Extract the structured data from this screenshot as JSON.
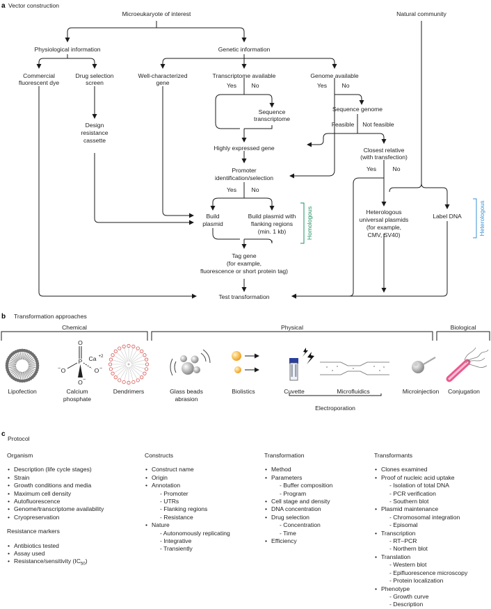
{
  "panel_a": {
    "label": "a",
    "title": "Vector construction",
    "nodes": {
      "microeukaryote": "Microeukaryote of interest",
      "natural_community": "Natural community",
      "physiological": "Physiological information",
      "genetic": "Genetic information",
      "commercial_dye": [
        "Commercial",
        "fluorescent dye"
      ],
      "drug_selection": [
        "Drug selection",
        "screen"
      ],
      "well_characterized": [
        "Well-characterized",
        "gene"
      ],
      "transcriptome_available": "Transcriptome available",
      "genome_available": "Genome available",
      "sequence_transcriptome": [
        "Sequence",
        "transcriptome"
      ],
      "sequence_genome": "Sequence genome",
      "design_resistance": [
        "Design",
        "resistance",
        "cassette"
      ],
      "highly_expressed": "Highly expressed gene",
      "promoter": [
        "Promoter",
        "identification/selection"
      ],
      "closest_relative": [
        "Closest relative",
        "(with transfection)"
      ],
      "build_plasmid": [
        "Build",
        "plasmid"
      ],
      "build_flanking": [
        "Build plasmid with",
        "flanking regions",
        "(min. 1 kb)"
      ],
      "heterologous_plasmids": [
        "Heterologous",
        "universal plasmids",
        "(for example,",
        "CMV, SV40)"
      ],
      "label_dna": "Label DNA",
      "tag_gene": [
        "Tag gene",
        "(for example,",
        "fluorescence or short protein tag)"
      ],
      "test_transformation": "Test transformation"
    },
    "branch_labels": {
      "yes": "Yes",
      "no": "No",
      "feasible": "Feasible",
      "not_feasible": "Not feasible"
    },
    "brackets": {
      "homologous": "Homologous",
      "heterologous": "Heterologous",
      "homologous_color": "#1a8f5a",
      "heterologous_color": "#3a8fd0"
    }
  },
  "panel_b": {
    "label": "b",
    "title": "Transformation approaches",
    "groups": {
      "chemical": "Chemical",
      "physical": "Physical",
      "biological": "Biological"
    },
    "items": {
      "lipofection": "Lipofection",
      "calcium_phosphate": [
        "Calcium",
        "phosphate"
      ],
      "dendrimers": "Dendrimers",
      "glass_beads": [
        "Glass beads",
        "abrasion"
      ],
      "biolistics": "Biolistics",
      "cuvette": "Cuvette",
      "microfluidics": "Microfluidics",
      "electroporation": "Electroporation",
      "microinjection": "Microinjection",
      "conjugation": "Conjugation"
    },
    "phosphate_labels": {
      "o_top": "O",
      "p": "P",
      "ca": "Ca",
      "ca_charge": "+2",
      "o_left": "O",
      "o_right": "O",
      "o_bottom": "O",
      "minus": "−"
    },
    "colors": {
      "dendrimer": "#d9534f",
      "bead_orange": "#f5a623",
      "cuvette_blue": "#2a3f9d",
      "conjugation_pink": "#e85a8f"
    }
  },
  "panel_c": {
    "label": "c",
    "title": "Protocol",
    "columns": [
      {
        "heading": "Organism",
        "items": [
          {
            "text": "Description (life cycle stages)",
            "level": 1
          },
          {
            "text": "Strain",
            "level": 1
          },
          {
            "text": "Growth conditions and media",
            "level": 1
          },
          {
            "text": "Maximum cell density",
            "level": 1
          },
          {
            "text": "Autofluorescence",
            "level": 1
          },
          {
            "text": "Genome/transcriptome availability",
            "level": 1
          },
          {
            "text": "Cryopreservation",
            "level": 1
          }
        ],
        "heading2": "Resistance markers",
        "items2": [
          {
            "text": "Antibiotics tested",
            "level": 1
          },
          {
            "text": "Assay used",
            "level": 1
          },
          {
            "text": "Resistance/sensitivity (IC",
            "sub": "50",
            "after": ")",
            "level": 1
          }
        ]
      },
      {
        "heading": "Constructs",
        "items": [
          {
            "text": "Construct name",
            "level": 1
          },
          {
            "text": "Origin",
            "level": 1
          },
          {
            "text": "Annotation",
            "level": 1
          },
          {
            "text": "- Promoter",
            "level": 2
          },
          {
            "text": "- UTRs",
            "level": 2
          },
          {
            "text": "- Flanking regions",
            "level": 2
          },
          {
            "text": "- Resistance",
            "level": 2
          },
          {
            "text": "Nature",
            "level": 1
          },
          {
            "text": "- Autonomously replicating",
            "level": 2
          },
          {
            "text": "- Integrative",
            "level": 2
          },
          {
            "text": "- Transiently",
            "level": 2
          }
        ]
      },
      {
        "heading": "Transformation",
        "items": [
          {
            "text": "Method",
            "level": 1
          },
          {
            "text": "Parameters",
            "level": 1
          },
          {
            "text": "- Buffer composition",
            "level": 2
          },
          {
            "text": "- Program",
            "level": 2
          },
          {
            "text": "Cell stage and density",
            "level": 1
          },
          {
            "text": "DNA concentration",
            "level": 1
          },
          {
            "text": "Drug selection",
            "level": 1
          },
          {
            "text": "- Concentration",
            "level": 2
          },
          {
            "text": "- Time",
            "level": 2
          },
          {
            "text": "Efficiency",
            "level": 1
          }
        ]
      },
      {
        "heading": "Transformants",
        "items": [
          {
            "text": "Clones examined",
            "level": 1
          },
          {
            "text": "Proof of nucleic acid uptake",
            "level": 1
          },
          {
            "text": "- Isolation of total DNA",
            "level": 2
          },
          {
            "text": "- PCR verification",
            "level": 2
          },
          {
            "text": "- Southern blot",
            "level": 2
          },
          {
            "text": "Plasmid maintenance",
            "level": 1
          },
          {
            "text": "- Chromosomal integration",
            "level": 2
          },
          {
            "text": "- Episomal",
            "level": 2
          },
          {
            "text": "Transcription",
            "level": 1
          },
          {
            "text": "- RT–PCR",
            "level": 2
          },
          {
            "text": "- Northern blot",
            "level": 2
          },
          {
            "text": "Translation",
            "level": 1
          },
          {
            "text": "- Western blot",
            "level": 2
          },
          {
            "text": "- Epifluorescence microscopy",
            "level": 2
          },
          {
            "text": "- Protein localization",
            "level": 2
          },
          {
            "text": "Phenotype",
            "level": 1
          },
          {
            "text": "- Growth curve",
            "level": 2
          },
          {
            "text": "- Description",
            "level": 2
          }
        ]
      }
    ]
  }
}
